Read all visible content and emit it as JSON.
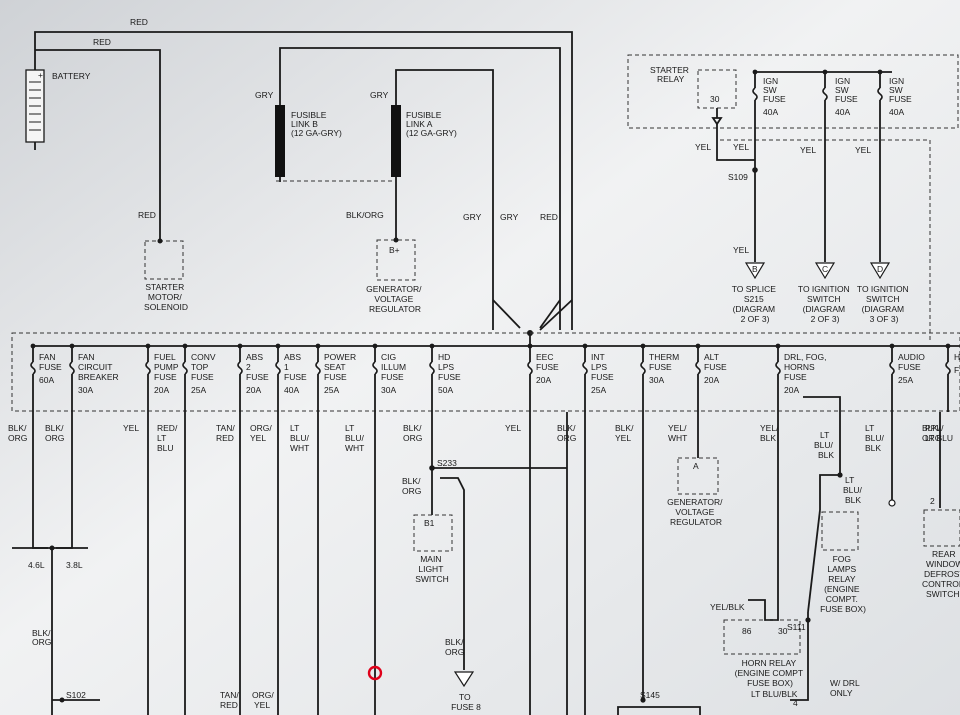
{
  "battery": {
    "label": "BATTERY",
    "wire1": "RED",
    "wire2": "RED"
  },
  "starter_motor": {
    "lines": [
      "STARTER",
      "MOTOR/",
      "SOLENOID"
    ],
    "wire": "RED"
  },
  "fusible_b": {
    "lines": [
      "FUSIBLE",
      "LINK B",
      "(12 GA-GRY)"
    ],
    "wire": "GRY"
  },
  "fusible_a": {
    "lines": [
      "FUSIBLE",
      "LINK A",
      "(12 GA-GRY)"
    ],
    "wire": "GRY"
  },
  "generator_top": {
    "pin": "B+",
    "wire": "BLK/ORG",
    "lines": [
      "GENERATOR/",
      "VOLTAGE",
      "REGULATOR"
    ]
  },
  "bus_wires": [
    "GRY",
    "GRY",
    "RED"
  ],
  "starter_relay": {
    "lines": [
      "STARTER",
      "RELAY"
    ],
    "pin": "30",
    "wire1": "YEL",
    "wire2": "YEL",
    "splice": "S109",
    "wire_down": "YEL"
  },
  "ign_fuses": [
    {
      "lines": [
        "IGN",
        "SW",
        "FUSE",
        "40A"
      ],
      "wire": "YEL"
    },
    {
      "lines": [
        "IGN",
        "SW",
        "FUSE",
        "40A"
      ],
      "wire": "YEL"
    },
    {
      "lines": [
        "IGN",
        "SW",
        "FUSE",
        "40A"
      ],
      "wire": "YEL"
    }
  ],
  "connectors": [
    {
      "letter": "B",
      "lines": [
        "TO SPLICE",
        "S215",
        "(DIAGRAM",
        "2 OF 3)"
      ]
    },
    {
      "letter": "C",
      "lines": [
        "TO IGNITION",
        "SWITCH",
        "(DIAGRAM",
        "2 OF 3)"
      ]
    },
    {
      "letter": "D",
      "lines": [
        "TO IGNITION",
        "SWITCH",
        "(DIAGRAM",
        "3 OF 3)"
      ]
    }
  ],
  "fuses": [
    {
      "lines": [
        "FAN",
        "FUSE",
        "60A"
      ],
      "wire": [
        "BLK/",
        "ORG"
      ]
    },
    {
      "lines": [
        "FAN",
        "CIRCUIT",
        "BREAKER",
        "30A"
      ],
      "wire": [
        "BLK/",
        "ORG"
      ]
    },
    {
      "lines": [
        "FUEL",
        "PUMP",
        "FUSE",
        "20A"
      ],
      "wire": [
        "YEL"
      ]
    },
    {
      "lines": [
        "CONV",
        "TOP",
        "FUSE",
        "25A"
      ],
      "wire": [
        "RED/",
        "LT",
        "BLU"
      ]
    },
    {
      "lines": [
        "ABS",
        "2",
        "FUSE",
        "20A"
      ],
      "wire": [
        "TAN/",
        "RED"
      ]
    },
    {
      "lines": [
        "ABS",
        "1",
        "FUSE",
        "40A"
      ],
      "wire": [
        "ORG/",
        "YEL"
      ]
    },
    {
      "lines": [
        "POWER",
        "SEAT",
        "FUSE",
        "25A"
      ],
      "wire": [
        "LT",
        "BLU/",
        "WHT"
      ]
    },
    {
      "lines": [
        "CIG",
        "ILLUM",
        "FUSE",
        "30A"
      ],
      "wire": [
        "LT",
        "BLU/",
        "WHT"
      ]
    },
    {
      "lines": [
        "HD",
        "LPS",
        "FUSE",
        "50A"
      ],
      "wire": [
        "BLK/",
        "ORG"
      ]
    },
    {
      "lines": [
        "EEC",
        "FUSE",
        "20A"
      ],
      "wire": [
        "YEL"
      ]
    },
    {
      "lines": [
        "INT",
        "LPS",
        "FUSE",
        "25A"
      ],
      "wire": [
        "BLK/",
        "ORG"
      ]
    },
    {
      "lines": [
        "THERM",
        "FUSE",
        "30A"
      ],
      "wire": [
        "BLK/",
        "YEL"
      ]
    },
    {
      "lines": [
        "ALT",
        "FUSE",
        "20A"
      ],
      "wire": [
        "YEL/",
        "WHT"
      ]
    },
    {
      "lines": [
        "DRL, FOG,",
        "HORNS",
        "FUSE",
        "20A"
      ],
      "wire": [
        "YEL/",
        "BLK"
      ]
    },
    {
      "lines": [
        "AUDIO",
        "FUSE",
        "25A"
      ],
      "wire": [
        "LT",
        "BLU/",
        "BLK"
      ]
    },
    {
      "lines": [
        "H",
        "F"
      ],
      "wire": [
        "PPL/",
        "LT BLU"
      ]
    }
  ],
  "extra_wire_far_right": [
    "BLK/",
    "ORG"
  ],
  "splices": {
    "s233": "S233",
    "s102": "S102",
    "s145": "S145",
    "s111": "S111"
  },
  "fan_split": {
    "left": "4.6L",
    "right": "3.8L",
    "below": [
      "BLK/",
      "ORG"
    ]
  },
  "hd_lps_branch": {
    "wire": [
      "BLK/",
      "ORG"
    ],
    "pin": "B1",
    "lines": [
      "MAIN",
      "LIGHT",
      "SWITCH"
    ],
    "wire2": [
      "BLK/",
      "ORG"
    ],
    "to": [
      "TO",
      "FUSE 8"
    ]
  },
  "alt_module": {
    "pin": "A",
    "lines": [
      "GENERATOR/",
      "VOLTAGE",
      "REGULATOR"
    ]
  },
  "fog_relay": {
    "wire": [
      "LT",
      "BLU/",
      "BLK"
    ],
    "lines": [
      "FOG",
      "LAMPS",
      "RELAY",
      "(ENGINE",
      "COMPT.",
      "FUSE BOX)"
    ]
  },
  "horn_relay": {
    "wire": "YEL/BLK",
    "pins": [
      "86",
      "30"
    ],
    "lines": [
      "HORN RELAY",
      "(ENGINE COMPT",
      "FUSE BOX)"
    ],
    "bottom_wire": "LT BLU/BLK",
    "note": [
      "W/ DRL",
      "ONLY"
    ],
    "pin4": "4"
  },
  "rear_defrost": {
    "pin": "2",
    "lines": [
      "REAR",
      "WINDOW",
      "DEFROST",
      "CONTROL",
      "SWITCH"
    ]
  },
  "bottom_labels": [
    [
      "TAN/",
      "RED"
    ],
    [
      "ORG/",
      "YEL"
    ]
  ]
}
